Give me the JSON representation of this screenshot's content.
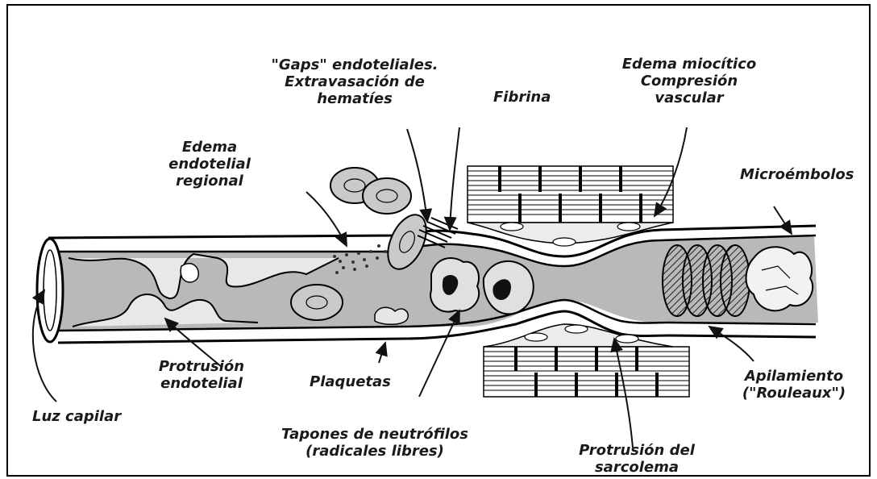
{
  "labels": {
    "gaps_line1": "\"Gaps\" endoteliales.",
    "gaps_line2": "Extravasación de",
    "gaps_line3": "hematíes",
    "edema_miocitico_line1": "Edema miocítico",
    "edema_miocitico_line2": "Compresión",
    "edema_miocitico_line3": "vascular",
    "fibrina": "Fibrina",
    "edema_endotelial_line1": "Edema",
    "edema_endotelial_line2": "endotelial",
    "edema_endotelial_line3": "regional",
    "microembolos": "Microémbolos",
    "protrusion_endotelial_line1": "Protrusión",
    "protrusion_endotelial_line2": "endotelial",
    "plaquetas": "Plaquetas",
    "apilamiento_line1": "Apilamiento",
    "apilamiento_line2": "(\"Rouleaux\")",
    "luz_capilar": "Luz capilar",
    "tapones_line1": "Tapones de neutrófilos",
    "tapones_line2": "(radicales libres)",
    "protrusion_sarcolema_line1": "Protrusión del",
    "protrusion_sarcolema_line2": "sarcolema"
  },
  "colors": {
    "frame": "#000000",
    "lumen_shade": "#9a9a9a",
    "cell_fill": "#c9c9c9",
    "text": "#1a1a1a"
  }
}
